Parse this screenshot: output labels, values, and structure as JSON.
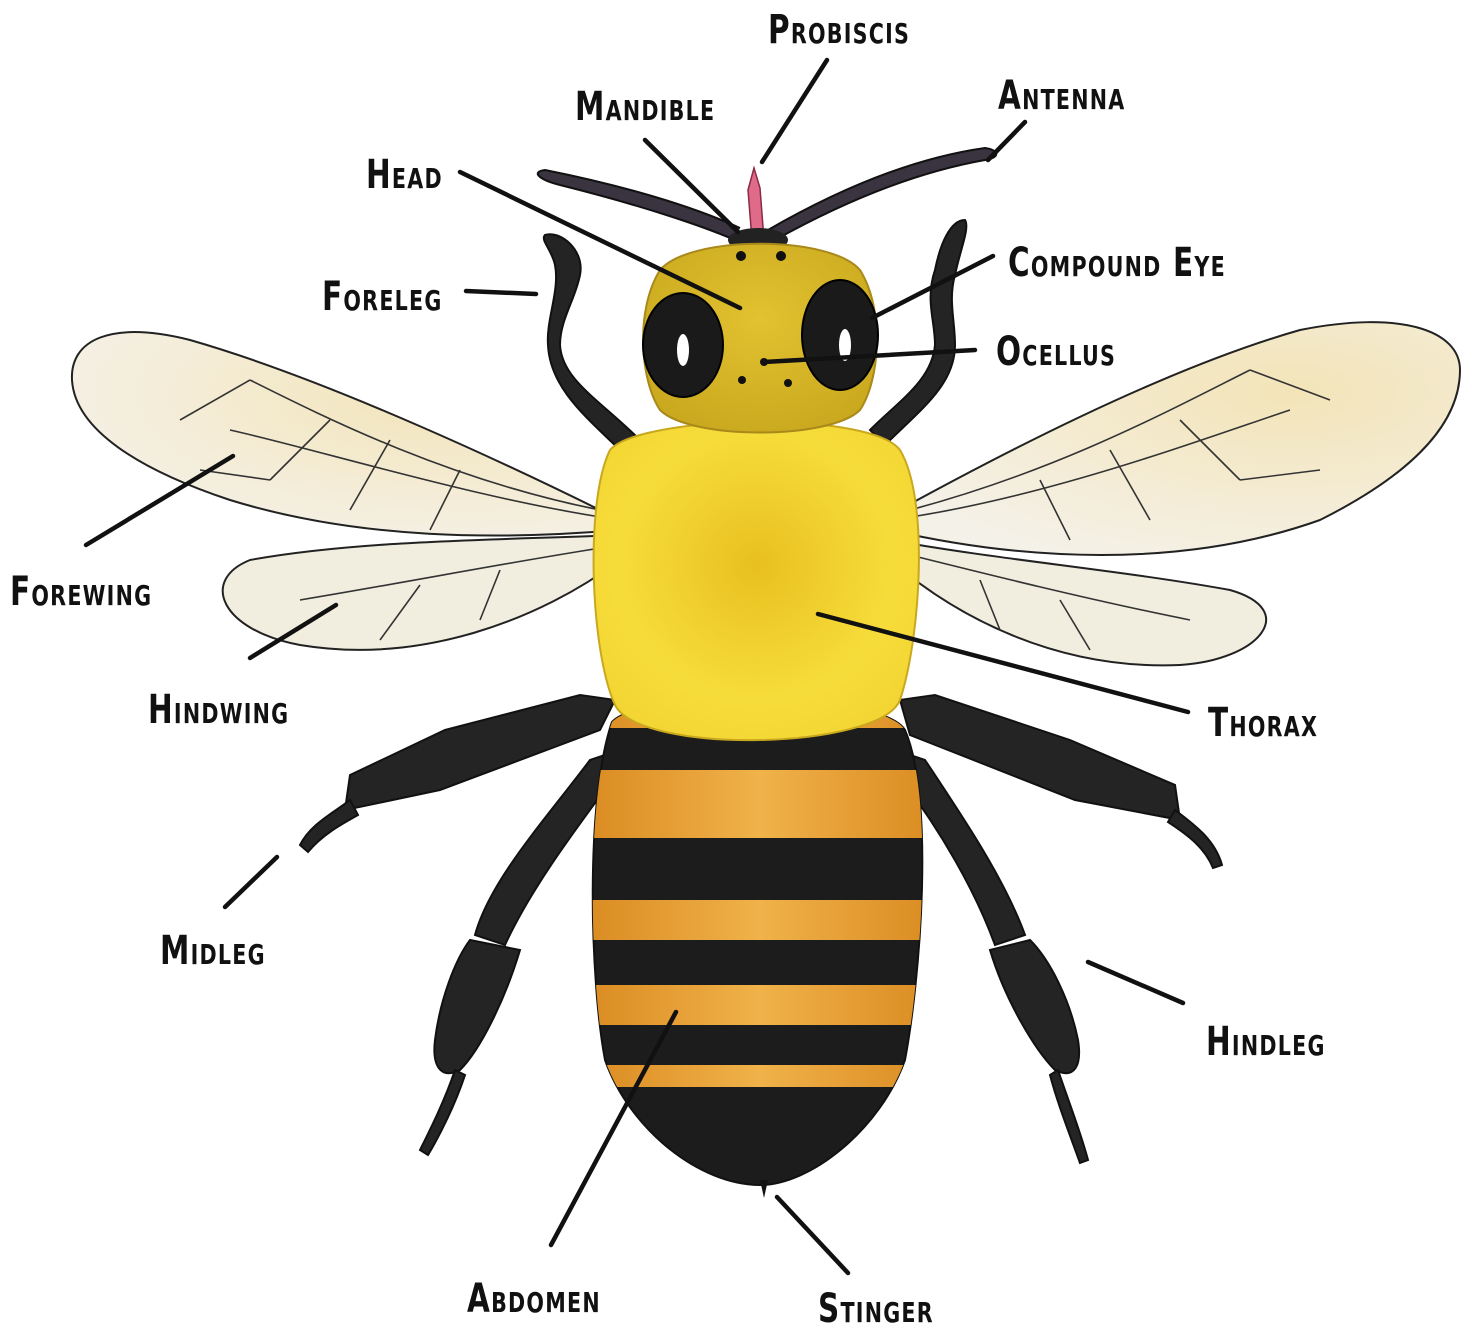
{
  "labels": {
    "proboscis": "Probiscis",
    "mandible": "Mandible",
    "antenna": "Antenna",
    "head": "Head",
    "compound_eye": "Compound Eye",
    "foreleg": "Foreleg",
    "ocellus": "Ocellus",
    "forewing": "Forewing",
    "hindwing": "Hindwing",
    "thorax": "Thorax",
    "midleg": "Midleg",
    "hindleg": "Hindleg",
    "abdomen": "Abdomen",
    "stinger": "Stinger"
  },
  "colors": {
    "body_yellow": "#e9c72a",
    "thorax_yellow": "#f2d23a",
    "abdomen_orange": "#e8a23a",
    "stripe_black": "#1c1c1c",
    "wing_fill": "#efe9d6",
    "wing_vein": "#3a3a3a",
    "leg_black": "#242424",
    "proboscis_pink": "#e06a8a"
  }
}
